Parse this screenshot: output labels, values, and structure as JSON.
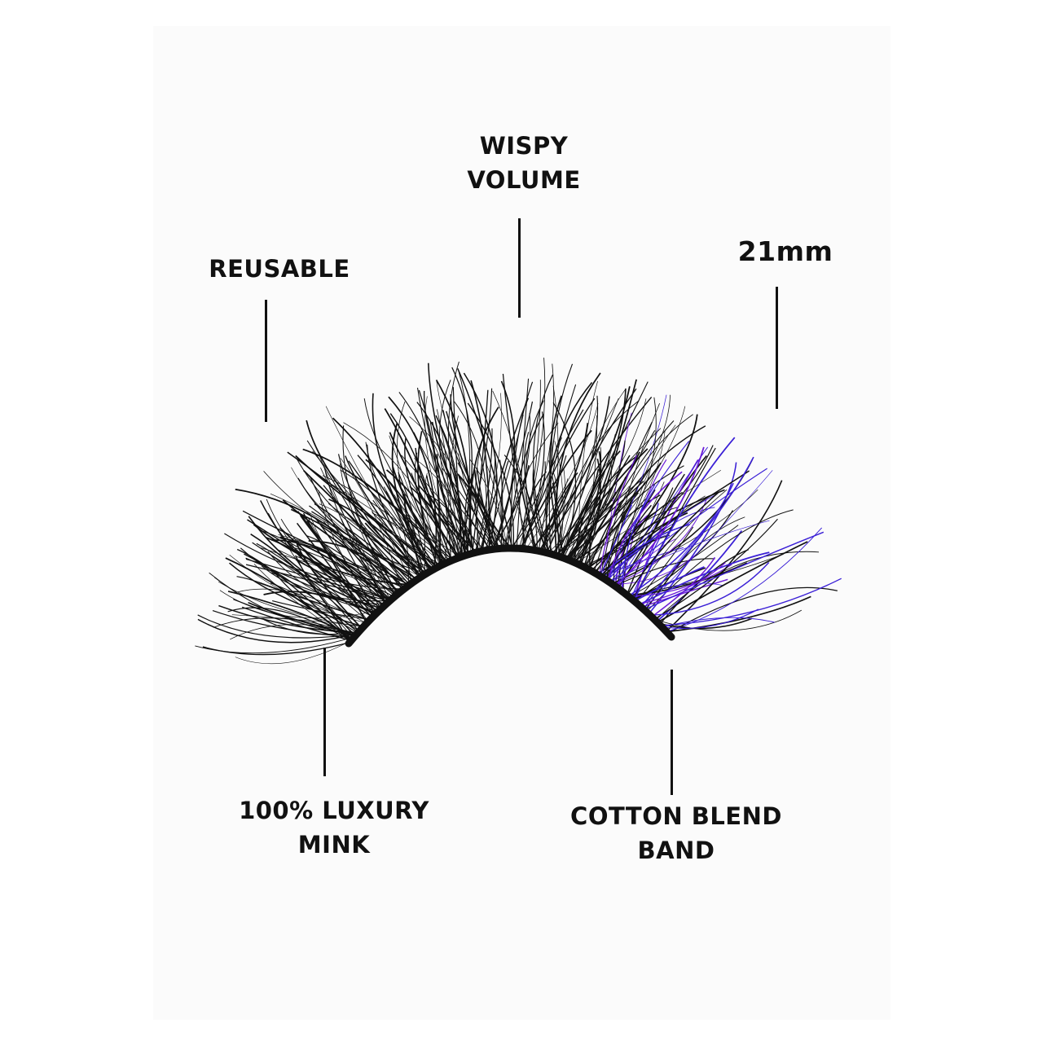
{
  "labels": {
    "wispy_volume": [
      "WISPY",
      "VOLUME"
    ],
    "reusable": "REUSABLE",
    "length": "21mm",
    "mink": [
      "100% LUXURY",
      "MINK"
    ],
    "band": [
      "COTTON BLEND",
      "BAND"
    ]
  },
  "colors": {
    "hair": "#111111",
    "accent_blue": "#3a1fd6",
    "accent_purple": "#6a1ad8"
  }
}
